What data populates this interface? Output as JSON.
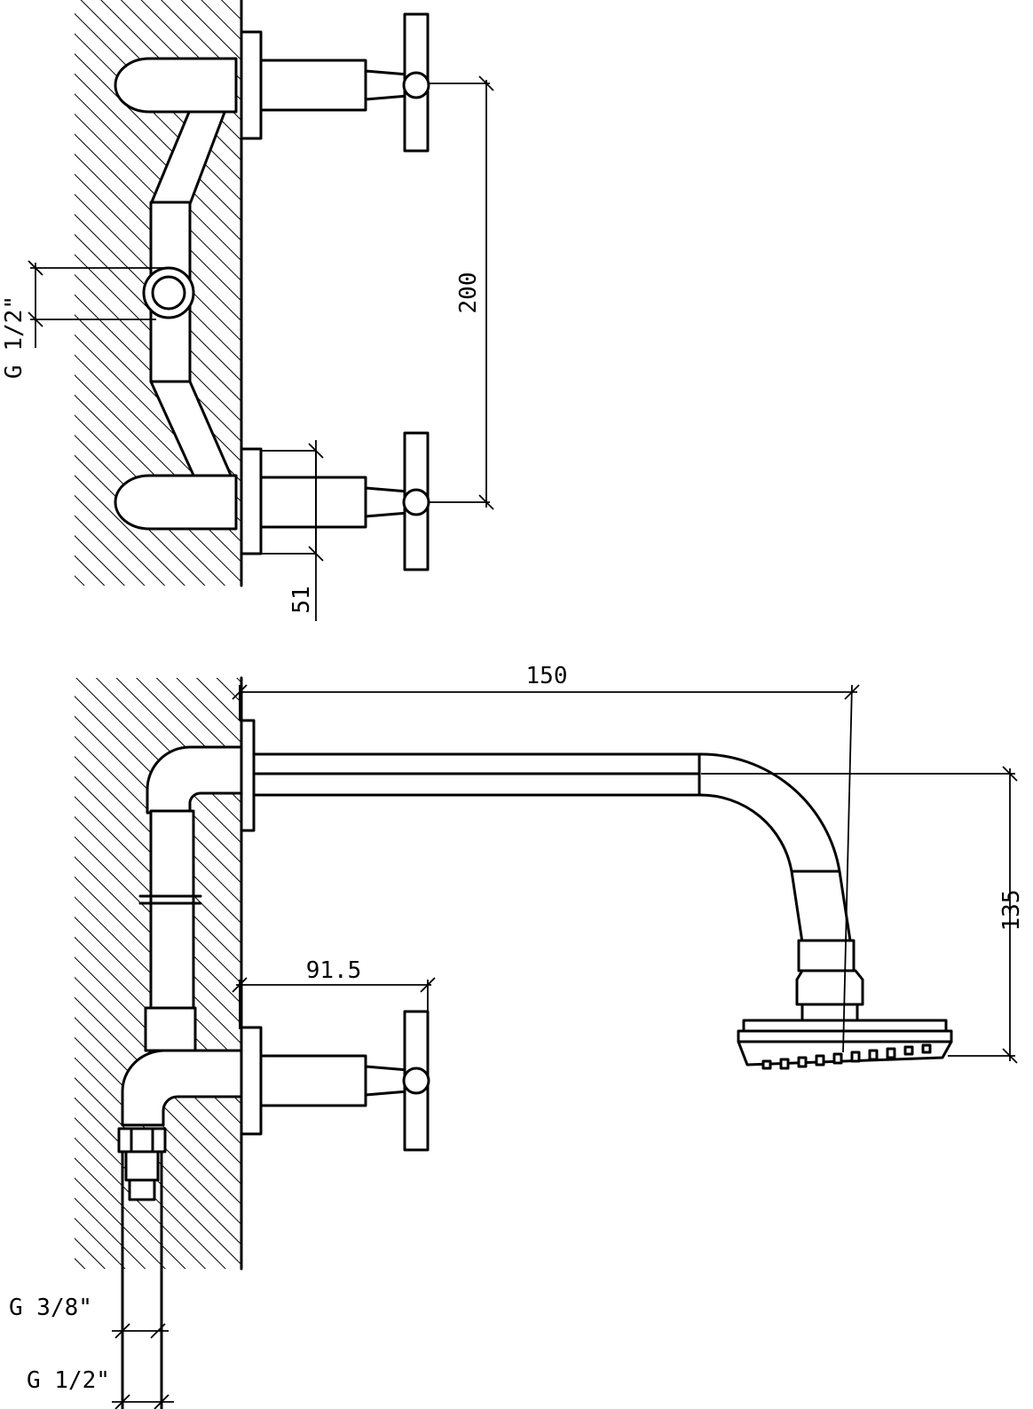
{
  "top_view": {
    "dim_height": "200",
    "dim_depth": "51",
    "inlet_thread": "G 1/2\""
  },
  "side_view": {
    "dim_arm_length": "150",
    "dim_arm_drop": "135",
    "dim_valve_projection": "91.5",
    "thread_outlet": "G 3/8\"",
    "thread_inlet": "G 1/2\""
  }
}
